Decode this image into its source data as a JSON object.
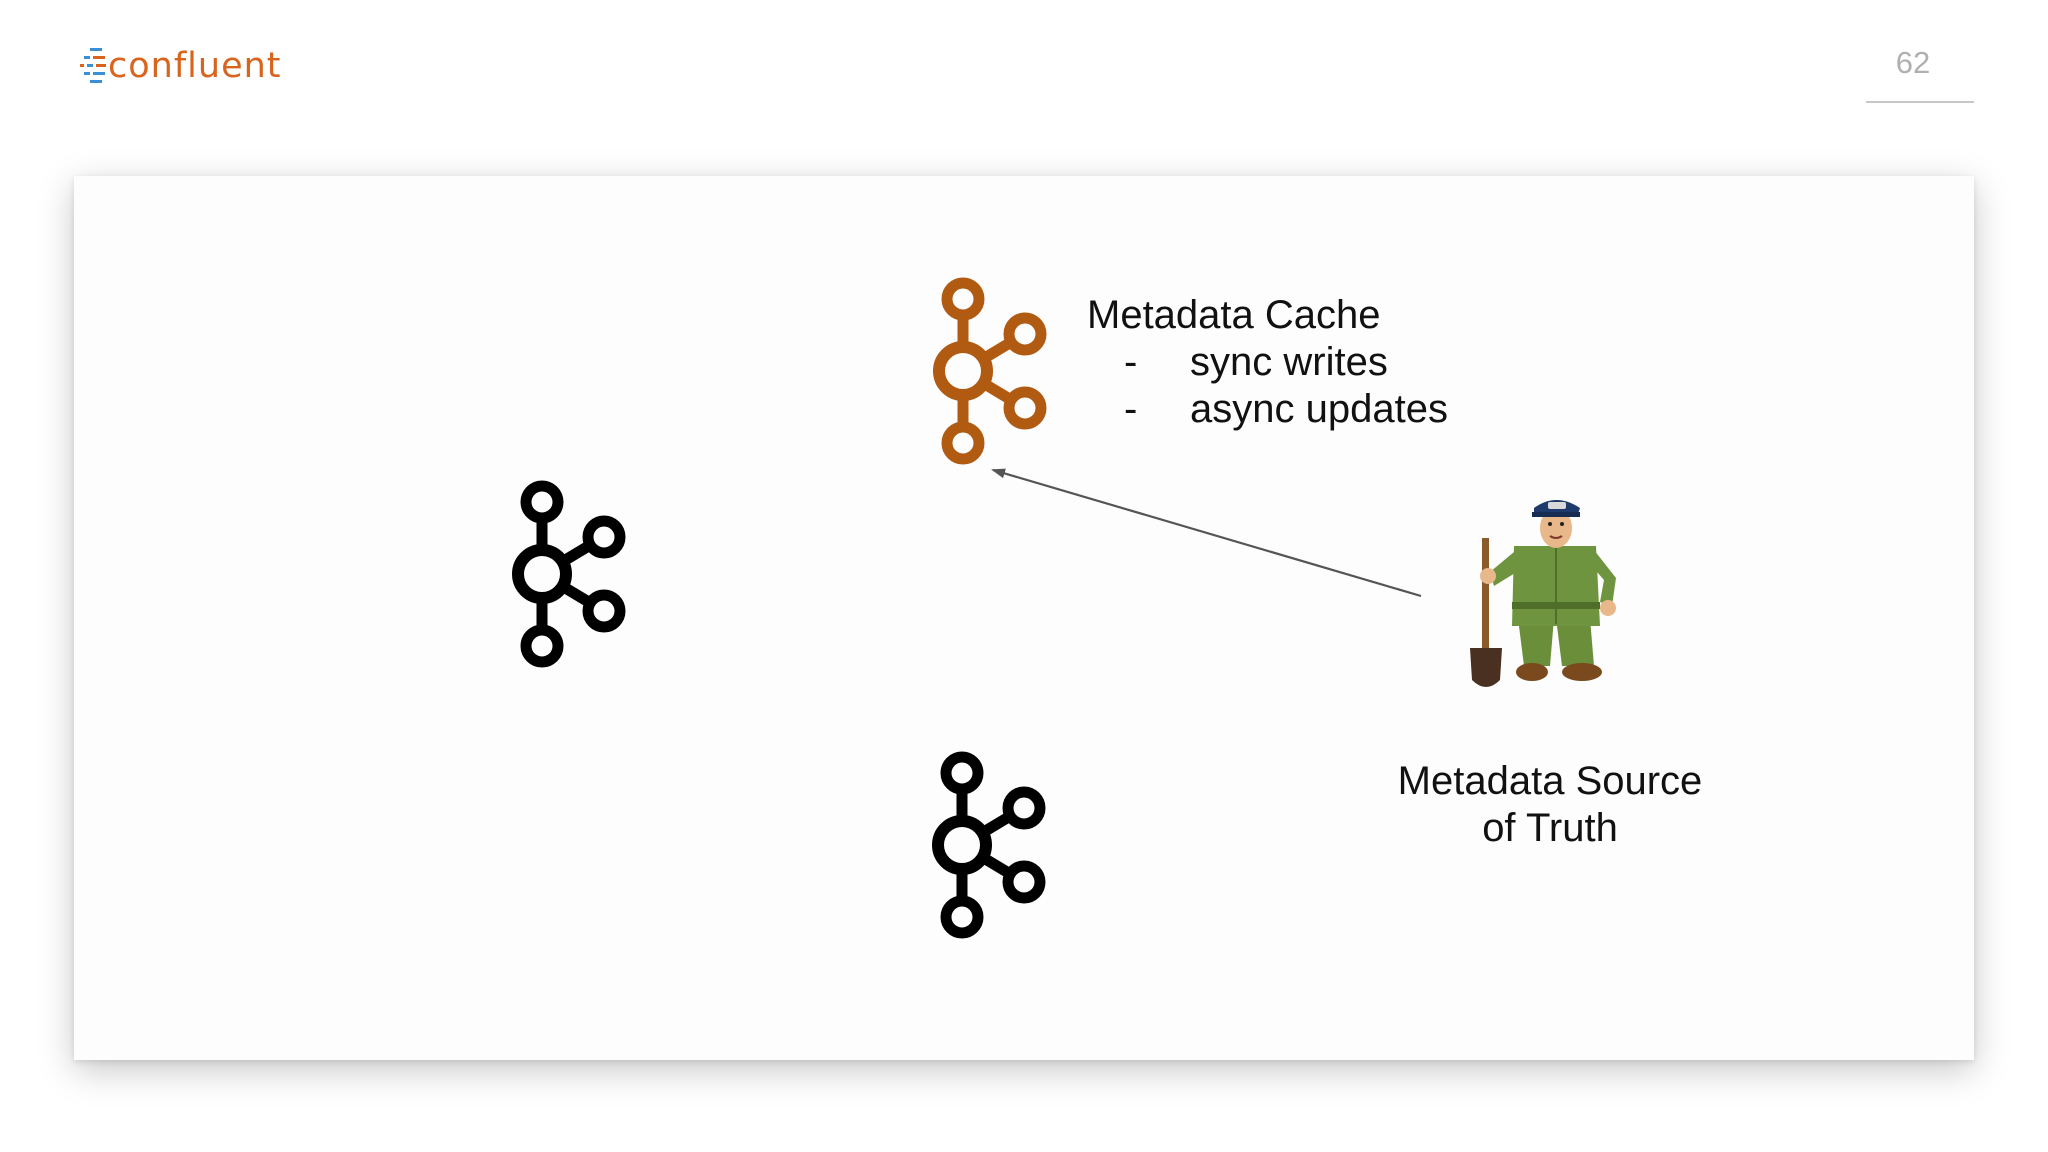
{
  "header": {
    "logo_text": "confluent",
    "page_number": "62"
  },
  "colors": {
    "brand_orange": "#d9641e",
    "cache_node_orange": "#b05a12",
    "node_black": "#000000",
    "logo_blue": "#3a8fd6",
    "zookeeper_green": "#6b8e3a"
  },
  "diagram": {
    "cache_node": {
      "icon": "kafka-icon",
      "title": "Metadata Cache",
      "items": [
        {
          "bullet": "-",
          "text": "sync writes"
        },
        {
          "bullet": "-",
          "text": "async updates"
        }
      ]
    },
    "broker_nodes": [
      {
        "icon": "kafka-icon"
      },
      {
        "icon": "kafka-icon"
      }
    ],
    "source_node": {
      "icon": "zookeeper-mascot-icon",
      "label_line1": "Metadata Source",
      "label_line2": "of Truth"
    },
    "arrow": {
      "from": "source_node",
      "to": "cache_node"
    }
  }
}
